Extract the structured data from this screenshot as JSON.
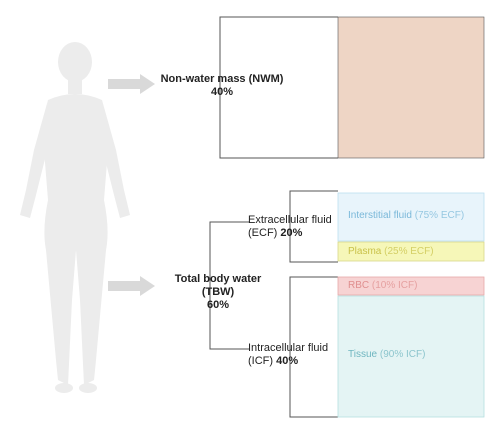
{
  "nwm": {
    "name": "Non-water mass (NWM)",
    "pct": "40%"
  },
  "tbw": {
    "name": "Total body water (TBW)",
    "pct": "60%"
  },
  "ecf": {
    "name_line1": "Extracellular fluid",
    "name_line2": "(ECF)",
    "pct": "20%"
  },
  "icf": {
    "name_line1": "Intracellular fluid",
    "name_line2": "(ICF)",
    "pct": "40%"
  },
  "compartments": {
    "interstitial": {
      "name": "Interstitial fluid",
      "share": "(75% ECF)",
      "color": "#7ab8d9"
    },
    "plasma": {
      "name": "Plasma",
      "share": "(25% ECF)",
      "color": "#c9c24a"
    },
    "rbc": {
      "name": "RBC",
      "share": "(10% ICF)",
      "color": "#e08f8f"
    },
    "tissue": {
      "name": "Tissue",
      "share": "(90% ICF)",
      "color": "#6fb6c0"
    }
  },
  "colors": {
    "nwm_box": "#eed5c5",
    "interstitial_box": "#e8f4fb",
    "plasma_box": "#f6f7b8",
    "rbc_box": "#f7d3d3",
    "tissue_box": "#e4f4f4",
    "silhouette": "#ececec",
    "arrow": "#d9d9d9",
    "bracket": "#555555"
  }
}
